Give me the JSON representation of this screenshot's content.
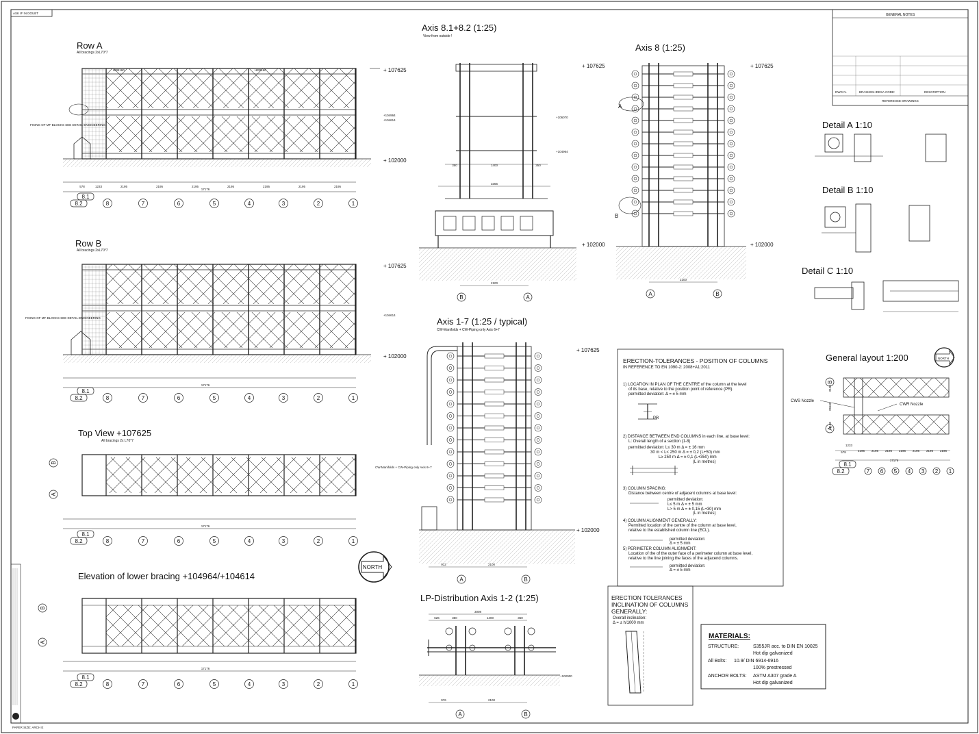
{
  "sheet": {
    "stamp": "ASK IF IN DOUBT",
    "paper_size": "PAPER SIZE: ARCH E",
    "general_notes": {
      "title": "GENERAL NOTES",
      "columns": [
        "DWG N.",
        "BRASKEM-IDESA CODE:",
        "DESCRIPTION"
      ],
      "footer": "REFERENCE DRAWINGS"
    }
  },
  "views": {
    "row_a": {
      "title": "Row A",
      "subtitle": "All bracings 2xL70*7",
      "level_top": "+ 107625",
      "level_bottom": "+ 102000",
      "level_mid1": "+104964",
      "level_mid2": "+104614",
      "note": "FIXING OF MF-BLOCKS SEE DETAIL-ENGINEERING",
      "profile": "HEB160",
      "total": "17176",
      "dims_bottom": [
        "578",
        "1233",
        "2195",
        "2195",
        "2195",
        "2195",
        "2195",
        "2195",
        "2195"
      ]
    },
    "row_b": {
      "title": "Row B",
      "subtitle": "All bracings 2xL70*7",
      "level_top": "+ 107625",
      "level_bottom": "+ 102000",
      "level_mid": "+104614",
      "note": "FIXING OF MF-BLOCKS SEE DETAIL-ENGINEERING",
      "total": "17176"
    },
    "top_view": {
      "title": "Top View +107625",
      "subtitle": "All bracings 2x L70*7",
      "total": "17176"
    },
    "lower_bracing": {
      "title": "Elevation of lower bracing +104964/+104614",
      "total": "17176"
    },
    "axis_81_82": {
      "title": "Axis 8.1+8.2 (1:25)",
      "subtitle": "View from outside !",
      "level_top": "+ 107625",
      "level_bottom": "+ 102000",
      "level_mid1": "+106070",
      "level_mid2": "+104964",
      "dims": [
        "350",
        "1400",
        "350"
      ],
      "width": "3356",
      "base": "2100"
    },
    "axis_8": {
      "title": "Axis 8 (1:25)",
      "level_top": "+ 107625",
      "level_bottom": "+ 102000",
      "base": "2100",
      "callout_a": "A",
      "callout_b": "B"
    },
    "axis_1_7": {
      "title": "Axis 1-7 (1:25 / typical)",
      "subtitle": "CW-Manifolds + CW-Piping only Axis 6+7",
      "side_note": "CW-Manifolds + CW-Piping only Axis 6+7",
      "level_top": "+ 107625",
      "level_bottom": "+ 102000",
      "dims": [
        "912",
        "2100"
      ]
    },
    "lp_distribution": {
      "title": "LP-Distribution Axis 1-2 (1:25)",
      "level": "+102000",
      "dims_top": [
        "626",
        "350",
        "1400",
        "350"
      ],
      "width": "3008",
      "dims_bottom": [
        "976",
        "2100"
      ]
    },
    "detail_a": {
      "title": "Detail A 1:10"
    },
    "detail_b": {
      "title": "Detail B 1:10"
    },
    "detail_c": {
      "title": "Detail C 1:10"
    },
    "general_layout": {
      "title": "General layout 1:200",
      "north": "NORTH",
      "cws": "CWS Nozzle",
      "cwr": "CWR Nozzle",
      "dims": [
        "578",
        "1233",
        "2195",
        "2195",
        "2195",
        "2195",
        "2195",
        "2195",
        "2195"
      ],
      "total": "17176",
      "width_dims": [
        "2100",
        "25560",
        "2100"
      ]
    },
    "north_symbol": "NORTH"
  },
  "axis_labels": [
    "8.2",
    "8.1",
    "8",
    "7",
    "6",
    "5",
    "4",
    "3",
    "2",
    "1"
  ],
  "row_labels": [
    "A",
    "B"
  ],
  "tolerances": {
    "title": "ERECTION-TOLERANCES -   POSITION OF COLUMNS",
    "reference": "IN REFERENCE TO EN 1090-2: 2008+A1:2011",
    "items": [
      {
        "heading": "1) LOCATION IN PLAN OF THE CENTRE of the column at the level",
        "lines": [
          "of its base, relative to the position point of reference (PR).",
          "permitted deviation:          Δ = ± 5 mm"
        ]
      },
      {
        "heading": "2) DISTANCE BETWEEN END COLUMNS in each line, at base level:",
        "lines": [
          "L: Overall length of a section (1-8)",
          "permitted deviation:  L≤ 30 m    Δ = ± 16 mm",
          "30 m < L< 250 m   Δ = ± 0,2 (L+50) mm",
          "L≥ 250 m   Δ = ± 0,1 (L+350) mm",
          "(L in metres)"
        ]
      },
      {
        "heading": "3) COLUMN SPACING:",
        "lines": [
          "Distance between centre of adjacent columns at base level:",
          "permitted deviation:",
          "L≤ 5 m  Δ = ± 5 mm",
          "L> 5 m  Δ = ± 0,15 (L+30) mm",
          "(L in metres)"
        ]
      },
      {
        "heading": "4) COLUMN ALIGNMENT GENERALLY:",
        "lines": [
          "Permitted location of the centre of the column at base level,",
          "relative to the established column line (ECL).",
          "permitted deviation:",
          "Δ = ± 5 mm"
        ]
      },
      {
        "heading": "5) PERIMETER COLUMN ALIGNMENT:",
        "lines": [
          "Location of the of the outer face of a perimeter column at base level,",
          "relative to the line joining the faces of the adjacend columns.",
          "permitted deviation:",
          "Δ = ± 5 mm"
        ]
      }
    ],
    "pr_label": "PR"
  },
  "inclination": {
    "title_lines": [
      "ERECTION TOLERANCES",
      "INCLINATION OF COLUMNS",
      "GENERALLY:"
    ],
    "overall": "Overall inclination:",
    "formula": "Δ = ± h/1000 mm"
  },
  "materials": {
    "title": "MATERIALS:",
    "rows": [
      {
        "label": "STRUCTURE:",
        "value": "S355JR acc. to DIN EN 10025",
        "extra": "Hot dip galvanized"
      },
      {
        "label": "All Bolts:",
        "value": "10.9/ DIN 6914-6916",
        "extra": "100% prestressed"
      },
      {
        "label": "ANCHOR BOLTS:",
        "value": "ASTM A307 grade A",
        "extra": "Hot dip galvanized"
      }
    ]
  }
}
